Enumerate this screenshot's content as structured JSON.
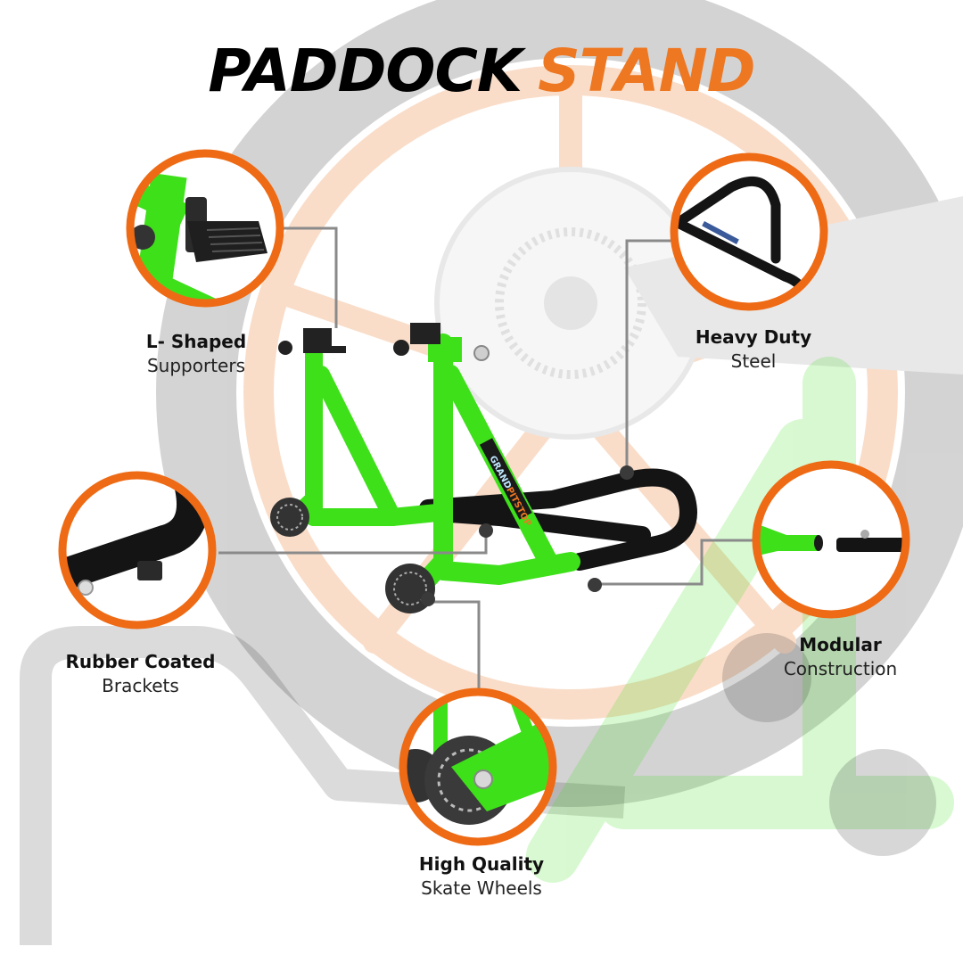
{
  "title": {
    "word1": "PADDOCK",
    "word2": "STAND",
    "word1_color": "#000000",
    "word2_color": "#ee7722"
  },
  "brand": {
    "name_part1": "GRAND",
    "name_part2": "PITSTOP"
  },
  "colors": {
    "accent_ring": "#ee6a14",
    "stand_green": "#3ee01a",
    "bar_black": "#141414",
    "connector_gray": "#8a8a8a"
  },
  "features": [
    {
      "id": "l-shaped-supporters",
      "title": "L- Shaped",
      "subtitle": "Supporters"
    },
    {
      "id": "heavy-duty-steel",
      "title": "Heavy Duty",
      "subtitle": "Steel"
    },
    {
      "id": "rubber-coated-brackets",
      "title": "Rubber Coated",
      "subtitle": "Brackets"
    },
    {
      "id": "modular-construction",
      "title": "Modular",
      "subtitle": "Construction"
    },
    {
      "id": "skate-wheels",
      "title": "High Quality",
      "subtitle": "Skate Wheels"
    }
  ]
}
